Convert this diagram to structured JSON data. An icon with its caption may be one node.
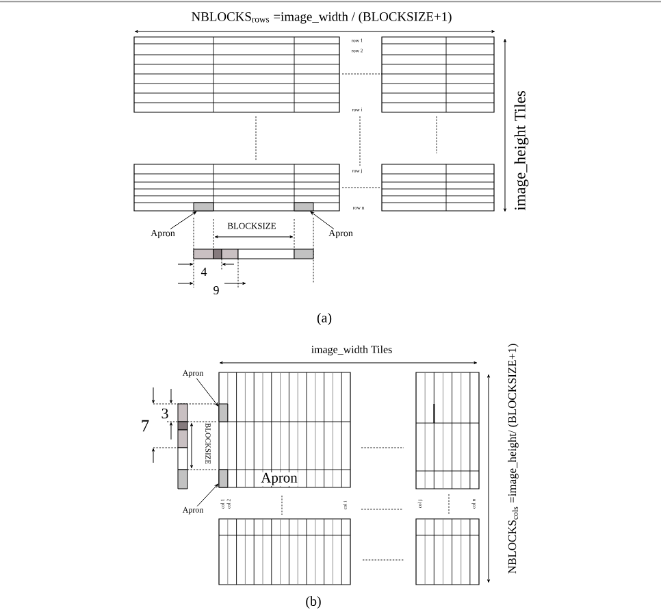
{
  "diagram": {
    "nodes": [
      {
        "text": [
          "Apron"
        ]
      },
      {
        "text": [],
        "shape": "box"
      },
      {
        "text": [
          "Apron"
        ]
      },
      {
        "text": [],
        "shape": "box"
      },
      {
        "text": [
          "Apron"
        ]
      },
      {
        "text": [],
        "shape": "box"
      },
      {
        "text": [
          "Apron"
        ]
      },
      {
        "text": [],
        "shape": "box"
      }
    ],
    "edges": [
      {
        "from": 0,
        "to": 1,
        "arrow": "to"
      },
      {
        "from": 2,
        "to": 3,
        "arrow": "to"
      },
      {
        "from": 4,
        "to": 5,
        "arrow": "to"
      },
      {
        "from": 6,
        "to": 7,
        "arrow": "to"
      }
    ],
    "labels": [
      "NBLOCKS$_{rows}$ =image_width / (BLOCKSIZE+1)",
      "row 1",
      "row 2",
      "row i",
      "row j",
      "row n",
      "image_height Tiles",
      "BLOCKSIZE",
      "4",
      "9",
      "(a)",
      "image_width Tiles",
      "3",
      "7",
      "BLOCKSIZE",
      "Apron",
      "col 1",
      "col 2",
      "col i",
      "col j",
      "col n",
      "NBLOCKS$_{cols}$ =image_height/ (BLOCKSIZE+1)",
      "(b)"
    ]
  }
}
